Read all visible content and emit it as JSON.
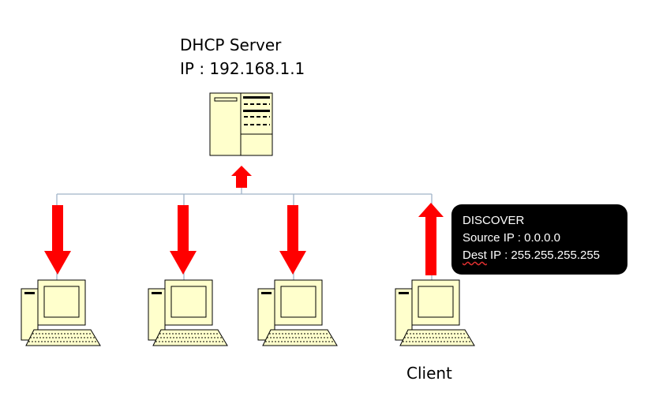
{
  "server": {
    "title": "DHCP Server",
    "ip_line": "IP : 192.168.1.1"
  },
  "client": {
    "label": "Client"
  },
  "message": {
    "type": "DISCOVER",
    "source_line": "Source IP : 0.0.0.0",
    "dest_prefix": "Dest",
    "dest_rest": " IP : 255.255.255.255"
  },
  "colors": {
    "arrow": "#ff0000",
    "device_fill": "#ffffcc",
    "line": "#a0b4c8",
    "callout_bg": "#000000"
  },
  "arrows": [
    {
      "direction": "up",
      "target": "server"
    },
    {
      "direction": "down",
      "target": "computer-1"
    },
    {
      "direction": "down",
      "target": "computer-2"
    },
    {
      "direction": "down",
      "target": "computer-3"
    },
    {
      "direction": "up",
      "target": "client"
    }
  ]
}
